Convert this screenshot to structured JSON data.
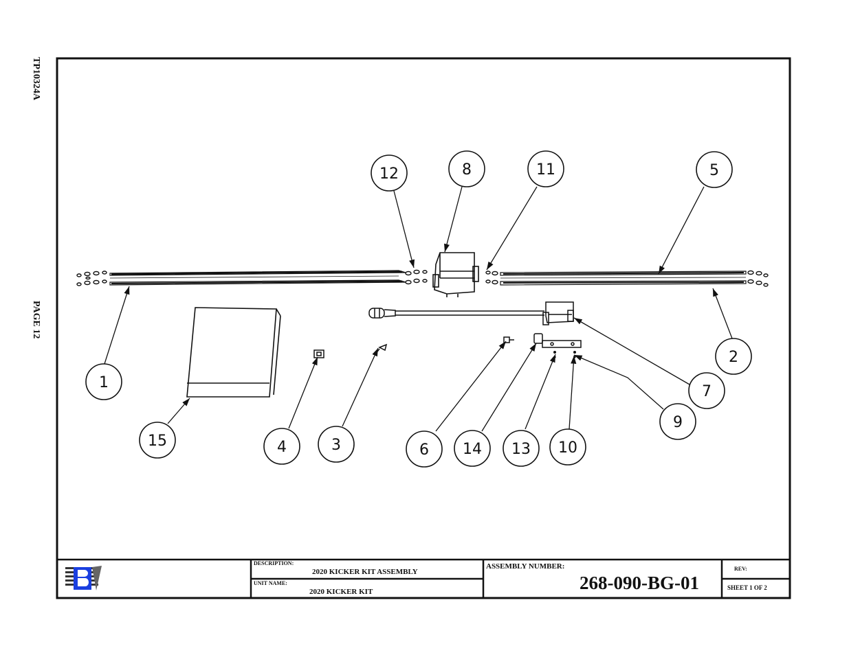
{
  "side": {
    "doc_code": "TP10324A",
    "page": "PAGE 12"
  },
  "title_block": {
    "description_label": "DESCRIPTION:",
    "description": "2020 KICKER KIT  ASSEMBLY",
    "unit_name_label": "UNIT NAME:",
    "unit_name": "2020 KICKER KIT",
    "assembly_label": "ASSEMBLY NUMBER:",
    "assembly_number": "268-090-BG-01",
    "rev_label": "REV:",
    "sheet": "SHEET  1 OF  2"
  },
  "balloons": [
    {
      "id": "1"
    },
    {
      "id": "2"
    },
    {
      "id": "3"
    },
    {
      "id": "4"
    },
    {
      "id": "5"
    },
    {
      "id": "6"
    },
    {
      "id": "7"
    },
    {
      "id": "8"
    },
    {
      "id": "9"
    },
    {
      "id": "10"
    },
    {
      "id": "11"
    },
    {
      "id": "12"
    },
    {
      "id": "13"
    },
    {
      "id": "14"
    },
    {
      "id": "15"
    }
  ]
}
